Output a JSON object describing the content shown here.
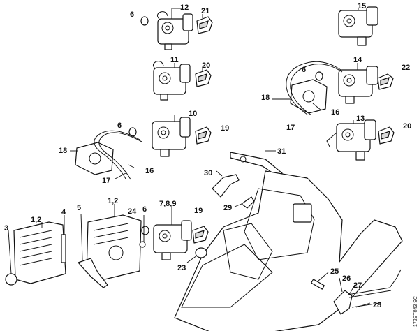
{
  "callouts": [
    "6",
    "12",
    "21",
    "15",
    "11",
    "20",
    "6",
    "14",
    "22",
    "18",
    "16",
    "17",
    "10",
    "6",
    "19",
    "13",
    "20",
    "31",
    "18",
    "16",
    "17",
    "30",
    "29",
    "1,2",
    "4",
    "5",
    "1,2",
    "24",
    "6",
    "7,8,9",
    "19",
    "3",
    "23",
    "25",
    "26",
    "27",
    "28"
  ],
  "drawing_code": "172ET043 SC"
}
